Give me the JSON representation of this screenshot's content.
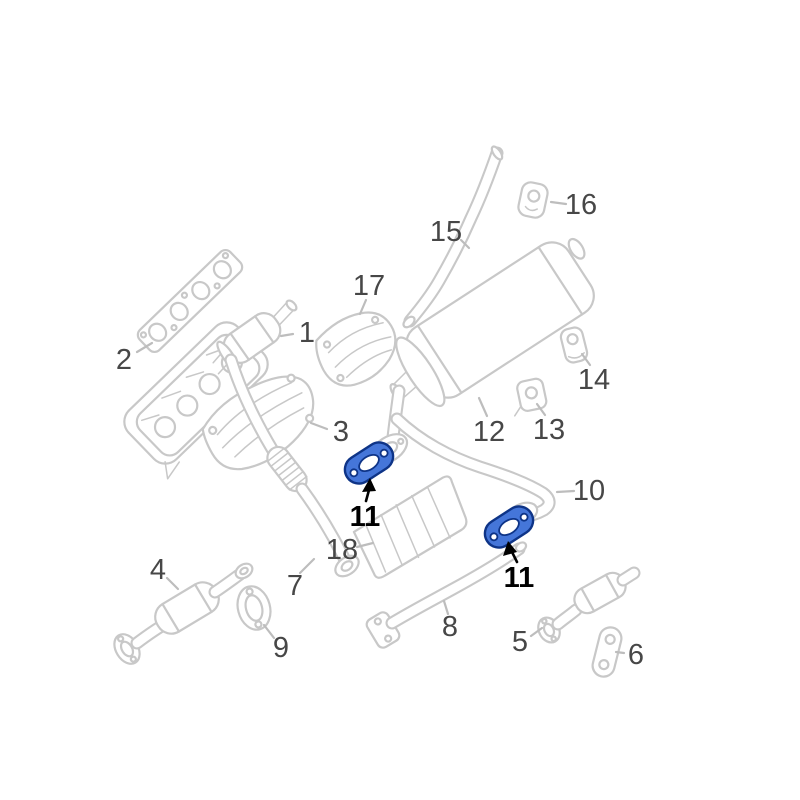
{
  "diagram": {
    "colors": {
      "background": "#ffffff",
      "part_line": "#c8c8c8",
      "leader_line": "#bdbdbd",
      "label_text": "#474747",
      "highlight_fill": "#4576d9",
      "highlight_stroke": "#0e3487",
      "arrow": "#000000"
    },
    "callouts": {
      "p1": {
        "label": "1"
      },
      "p2": {
        "label": "2"
      },
      "p3": {
        "label": "3"
      },
      "p4": {
        "label": "4"
      },
      "p5": {
        "label": "5"
      },
      "p6": {
        "label": "6"
      },
      "p7": {
        "label": "7"
      },
      "p8": {
        "label": "8"
      },
      "p9": {
        "label": "9"
      },
      "p10": {
        "label": "10"
      },
      "p11a": {
        "label": "11"
      },
      "p11b": {
        "label": "11"
      },
      "p12": {
        "label": "12"
      },
      "p13": {
        "label": "13"
      },
      "p14": {
        "label": "14"
      },
      "p15": {
        "label": "15"
      },
      "p16": {
        "label": "16"
      },
      "p17": {
        "label": "17"
      },
      "p18": {
        "label": "18"
      }
    }
  }
}
